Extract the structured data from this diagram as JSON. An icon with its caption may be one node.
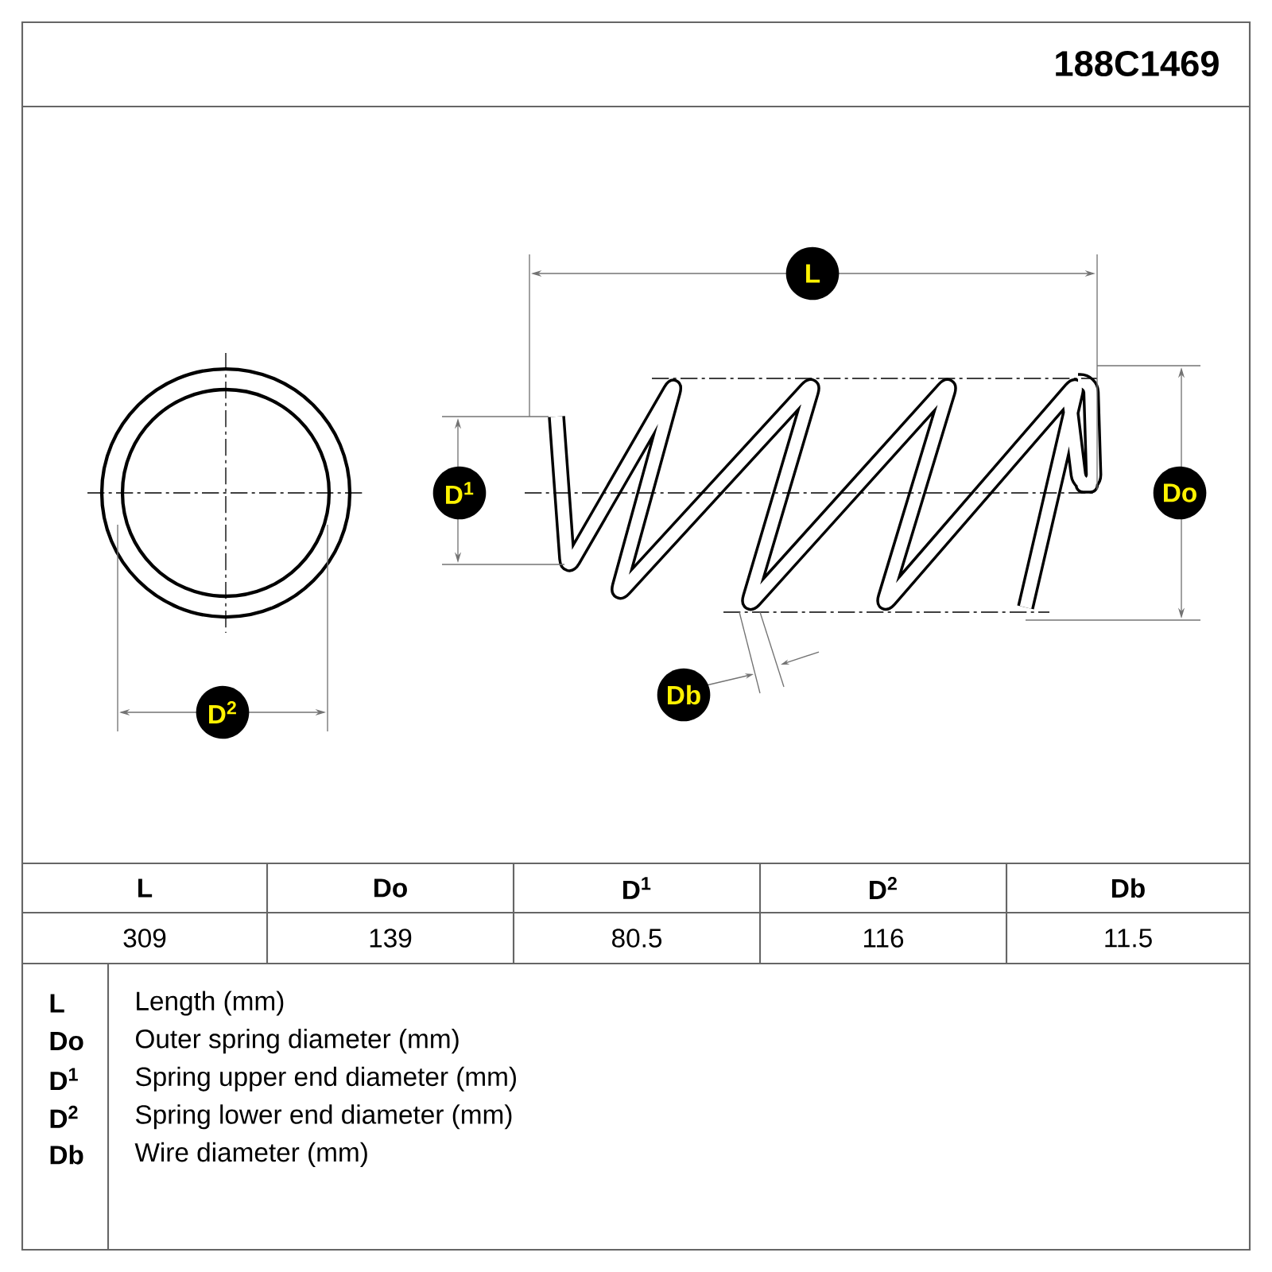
{
  "diagram": {
    "title": "188C1469",
    "labels": [
      "L",
      "D$^{1}$",
      "Do",
      "Db",
      "D$^{2}$",
      "L",
      "Do",
      "D$^{1}$",
      "D$^{2}$",
      "Db",
      "309",
      "139",
      "80.5",
      "116",
      "11.5",
      "L",
      "Length (mm)",
      "Do",
      "Outer spring diameter (mm)",
      "D$^{1}$",
      "Spring upper end diameter (mm)",
      "D$^{2}$",
      "Spring lower end diameter (mm)",
      "Db",
      "Wire diameter (mm)"
    ]
  }
}
